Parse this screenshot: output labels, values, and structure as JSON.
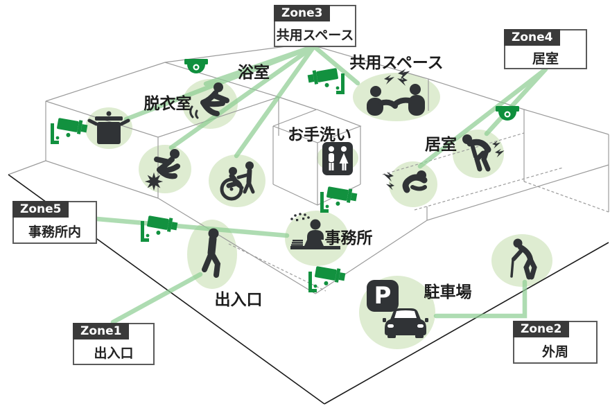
{
  "diagram_title": "facility-monitoring-zone-map",
  "zones": [
    {
      "name": "Zone1",
      "area": "出入口"
    },
    {
      "name": "Zone2",
      "area": "外周"
    },
    {
      "name": "Zone3",
      "area": "共用スペース"
    },
    {
      "name": "Zone4",
      "area": "居室"
    },
    {
      "name": "Zone5",
      "area": "事務所内"
    }
  ],
  "rooms": {
    "bath": {
      "label": "浴室"
    },
    "dressing": {
      "label": "脱衣室"
    },
    "restroom": {
      "label": "お手洗い"
    },
    "common": {
      "label": "共用スペース"
    },
    "room": {
      "label": "居室"
    },
    "office": {
      "label": "事務所"
    },
    "entrance": {
      "label": "出入口"
    },
    "parking": {
      "label": "駐車場",
      "sign": "P"
    }
  },
  "icons": [
    {
      "name": "cctv-camera",
      "count": 5
    },
    {
      "name": "dome-camera",
      "count": 2
    },
    {
      "name": "cooking-pot"
    },
    {
      "name": "person-slipping"
    },
    {
      "name": "person-fall-impact"
    },
    {
      "name": "wheelchair-assistance"
    },
    {
      "name": "restroom-sign"
    },
    {
      "name": "people-arguing"
    },
    {
      "name": "person-chest-pain"
    },
    {
      "name": "person-back-pain"
    },
    {
      "name": "staff-at-desk"
    },
    {
      "name": "person-walking"
    },
    {
      "name": "parking-sign"
    },
    {
      "name": "car"
    },
    {
      "name": "elderly-person-with-cane"
    }
  ],
  "colors": {
    "camera_green": "#12913f",
    "zone_line_green": "#8fce94",
    "circle_fill": "#deecd1",
    "icon_dark": "#303336",
    "zone_tab_bg": "#3a3a3a",
    "wireframe_gray": "#9b9b9b",
    "ground_black": "#1b1b1b"
  }
}
